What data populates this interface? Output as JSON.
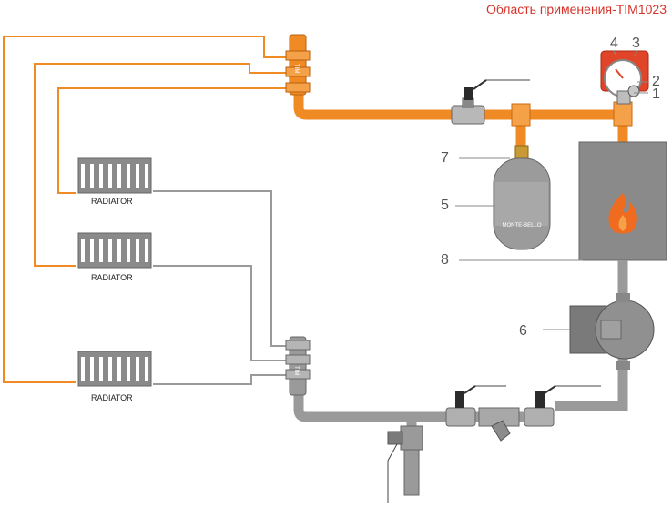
{
  "title": "Область применения-TIM1023",
  "radiators": [
    {
      "label": "RADIATOR"
    },
    {
      "label": "RADIATOR"
    },
    {
      "label": "RADIATOR"
    }
  ],
  "tank": {
    "brand": "MONTE-BELLO"
  },
  "manifold_brand": "TIM",
  "callouts": [
    "1",
    "2",
    "3",
    "4",
    "5",
    "6",
    "7",
    "8"
  ],
  "colors": {
    "supply": "#f08a24",
    "return": "#9a9a9a",
    "dark": "#6e6e6e",
    "boiler": "#8a8a8a",
    "valve_red": "#e0452a",
    "title": "#d6342a",
    "flame": "#ef6b1f"
  },
  "icons": [
    "flame-icon",
    "radiator-icon",
    "ball-valve-icon",
    "expansion-tank-icon",
    "pump-icon",
    "strainer-icon",
    "pressure-gauge-icon"
  ]
}
